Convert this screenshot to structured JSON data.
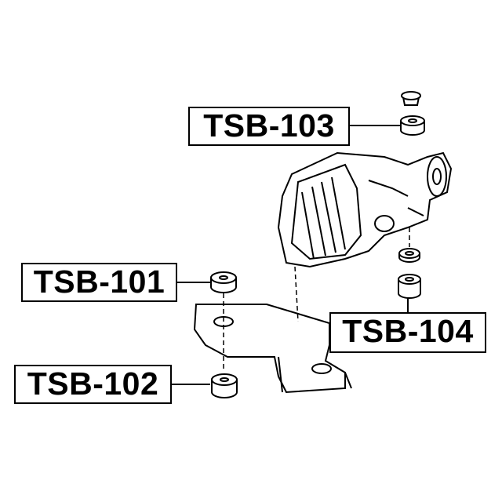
{
  "labels": {
    "tsb103": "TSB-103",
    "tsb101": "TSB-101",
    "tsb104": "TSB-104",
    "tsb102": "TSB-102"
  },
  "colors": {
    "line": "#000000",
    "background": "#ffffff"
  }
}
